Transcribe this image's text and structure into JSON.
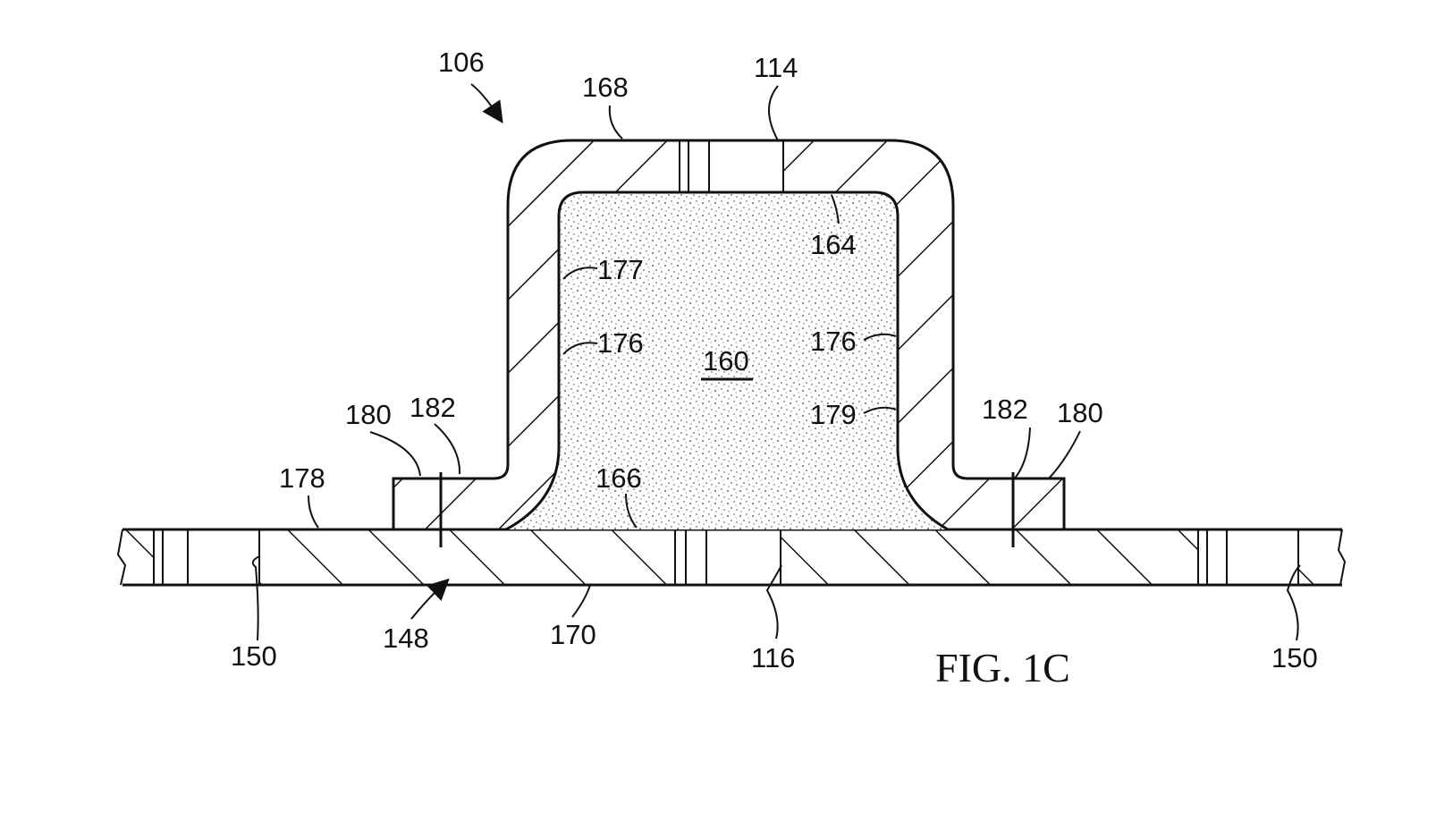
{
  "figure": {
    "caption": "FIG. 1C",
    "labels": {
      "r106": "106",
      "r168": "168",
      "r114": "114",
      "r164": "164",
      "r177": "177",
      "r176_left": "176",
      "r176_right": "176",
      "r160": "160",
      "r179": "179",
      "r180_left": "180",
      "r182_left": "182",
      "r182_right": "182",
      "r180_right": "180",
      "r178": "178",
      "r166": "166",
      "r150_left": "150",
      "r148": "148",
      "r170": "170",
      "r116": "116",
      "r150_right": "150"
    }
  }
}
